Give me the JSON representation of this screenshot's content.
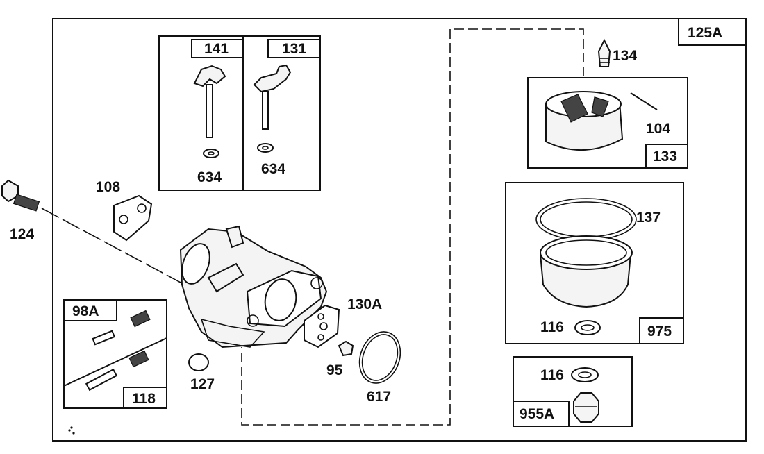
{
  "title_box": "125A",
  "callouts": {
    "c141": "141",
    "c131": "131",
    "c634a": "634",
    "c634b": "634",
    "c108": "108",
    "c124": "124",
    "c98a": "98A",
    "c118": "118",
    "c127": "127",
    "c95": "95",
    "c130a": "130A",
    "c617": "617",
    "c134": "134",
    "c104": "104",
    "c133": "133",
    "c137": "137",
    "c116a": "116",
    "c975": "975",
    "c116b": "116",
    "c955a": "955A"
  }
}
